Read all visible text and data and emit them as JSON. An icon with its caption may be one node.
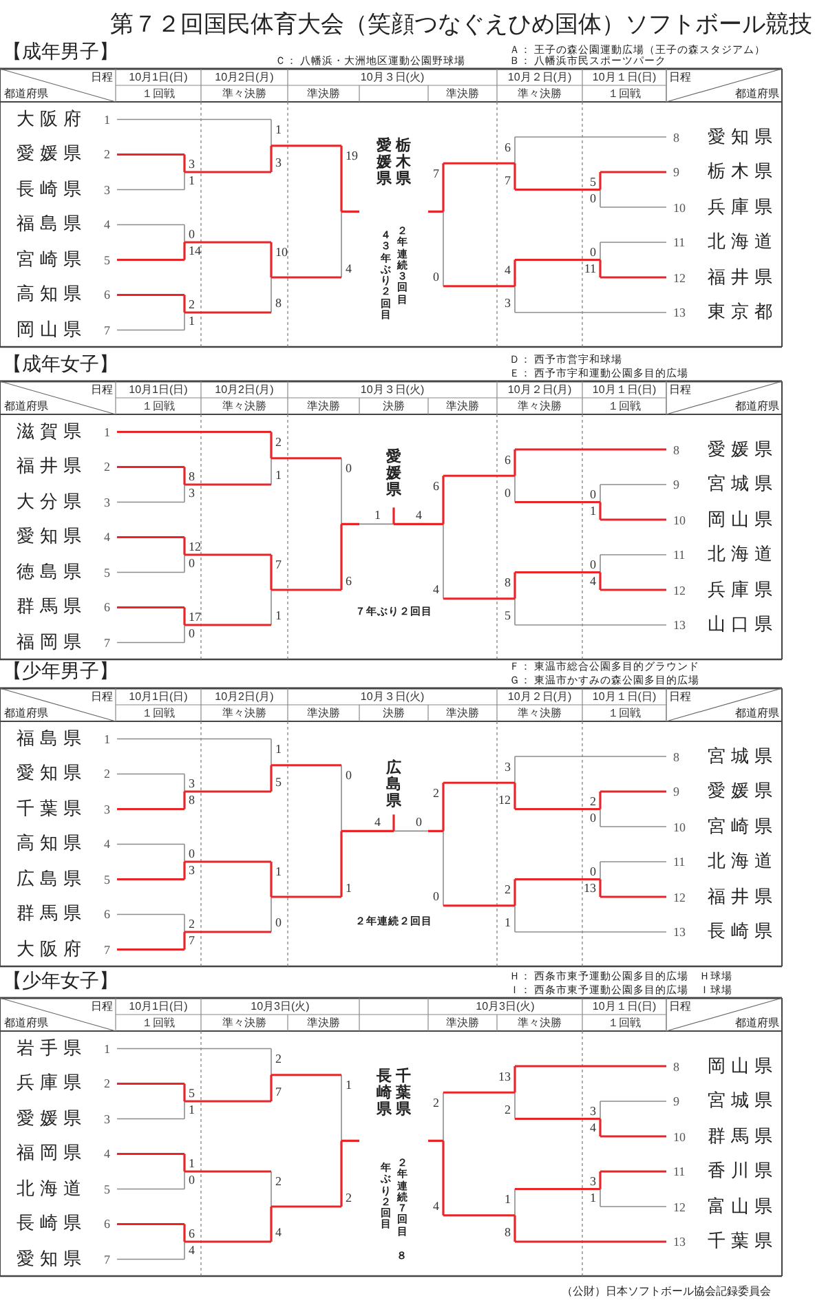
{
  "diagram": {
    "title": "第７２回国民体育大会（笑顔つなぐえひめ国体）ソフトボール競技",
    "caption": "（公財）日本ソフトボール協会記録委員会",
    "labels": [
      "【成年男子】",
      "Ａ： 王子の森公園運動広場（王子の森スタジアム）",
      "Ｃ： 八幡浜・大洲地区運動公園野球場",
      "Ｂ： 八幡浜市民スポーツパーク",
      "日程",
      "10月1日(日)",
      "10月2日(月)",
      "10月３日(火)",
      "10月２日(月)",
      "10月１日(日)",
      "日程",
      "都道府県",
      "１回戦",
      "準々決勝",
      "準決勝",
      "準決勝",
      "準々決勝",
      "１回戦",
      "都道府県",
      "大阪府",
      "1",
      "愛媛県",
      "2",
      "長崎県",
      "3",
      "福島県",
      "4",
      "宮崎県",
      "5",
      "高知県",
      "6",
      "岡山県",
      "7",
      "8",
      "愛知県",
      "9",
      "栃木県",
      "10",
      "兵庫県",
      "11",
      "北海道",
      "12",
      "福井県",
      "13",
      "東京都",
      "3",
      "1",
      "0",
      "14",
      "2",
      "1",
      "1",
      "3",
      "10",
      "8",
      "19",
      "4",
      "5",
      "0",
      "0",
      "11",
      "6",
      "7",
      "4",
      "3",
      "7",
      "0",
      "愛媛県",
      "栃木県",
      "４３年ぶり２回目",
      "２年連続３回目",
      "【成年女子】",
      "Ｄ： 西予市営宇和球場",
      "Ｅ： 西予市宇和運動公園多目的広場",
      "日程",
      "10月1日(日)",
      "10月2日(月)",
      "10月３日(火)",
      "10月２日(月)",
      "10月１日(日)",
      "日程",
      "都道府県",
      "１回戦",
      "準々決勝",
      "準決勝",
      "決勝",
      "準決勝",
      "準々決勝",
      "１回戦",
      "都道府県",
      "滋賀県",
      "1",
      "福井県",
      "2",
      "大分県",
      "3",
      "愛知県",
      "4",
      "徳島県",
      "5",
      "群馬県",
      "6",
      "福岡県",
      "7",
      "8",
      "愛媛県",
      "9",
      "宮城県",
      "10",
      "岡山県",
      "11",
      "北海道",
      "12",
      "兵庫県",
      "13",
      "山口県",
      "8",
      "3",
      "12",
      "0",
      "17",
      "0",
      "2",
      "1",
      "7",
      "1",
      "0",
      "6",
      "0",
      "1",
      "0",
      "4",
      "6",
      "0",
      "8",
      "5",
      "6",
      "4",
      "1",
      "4",
      "愛媛県",
      "７年ぶり２回目",
      "【少年男子】",
      "Ｆ： 東温市総合公園多目的グラウンド",
      "Ｇ： 東温市かすみの森公園多目的広場",
      "日程",
      "10月1日(日)",
      "10月2日(月)",
      "10月３日(火)",
      "10月２日(月)",
      "10月１日(日)",
      "日程",
      "都道府県",
      "１回戦",
      "準々決勝",
      "準決勝",
      "決勝",
      "準決勝",
      "準々決勝",
      "１回戦",
      "都道府県",
      "福島県",
      "1",
      "愛知県",
      "2",
      "千葉県",
      "3",
      "高知県",
      "4",
      "広島県",
      "5",
      "群馬県",
      "6",
      "大阪府",
      "7",
      "8",
      "宮城県",
      "9",
      "愛媛県",
      "10",
      "宮崎県",
      "11",
      "北海道",
      "12",
      "福井県",
      "13",
      "長崎県",
      "3",
      "8",
      "0",
      "3",
      "2",
      "7",
      "1",
      "5",
      "1",
      "0",
      "0",
      "1",
      "2",
      "0",
      "0",
      "13",
      "3",
      "12",
      "2",
      "1",
      "2",
      "0",
      "4",
      "0",
      "広島県",
      "２年連続２回目",
      "【少年女子】",
      "Ｈ： 西条市東予運動公園多目的広場　Ｈ球場",
      "Ｉ： 西条市東予運動公園多目的広場　Ｉ球場",
      "日程",
      "10月1日(日)",
      "10月3日(火)",
      "10月3日(火)",
      "10月１日(日)",
      "日程",
      "都道府県",
      "１回戦",
      "準々決勝",
      "準決勝",
      "準決勝",
      "準々決勝",
      "１回戦",
      "都道府県",
      "岩手県",
      "1",
      "兵庫県",
      "2",
      "愛媛県",
      "3",
      "福岡県",
      "4",
      "北海道",
      "5",
      "長崎県",
      "6",
      "愛知県",
      "7",
      "8",
      "岡山県",
      "9",
      "宮城県",
      "10",
      "群馬県",
      "11",
      "香川県",
      "12",
      "富山県",
      "13",
      "千葉県",
      "5",
      "1",
      "1",
      "0",
      "6",
      "4",
      "2",
      "7",
      "2",
      "4",
      "1",
      "2",
      "3",
      "4",
      "3",
      "1",
      "13",
      "2",
      "1",
      "8",
      "2",
      "4",
      "長崎県",
      "千葉県",
      "年ぶり２回目",
      "２年連続７回目",
      "８"
    ]
  }
}
